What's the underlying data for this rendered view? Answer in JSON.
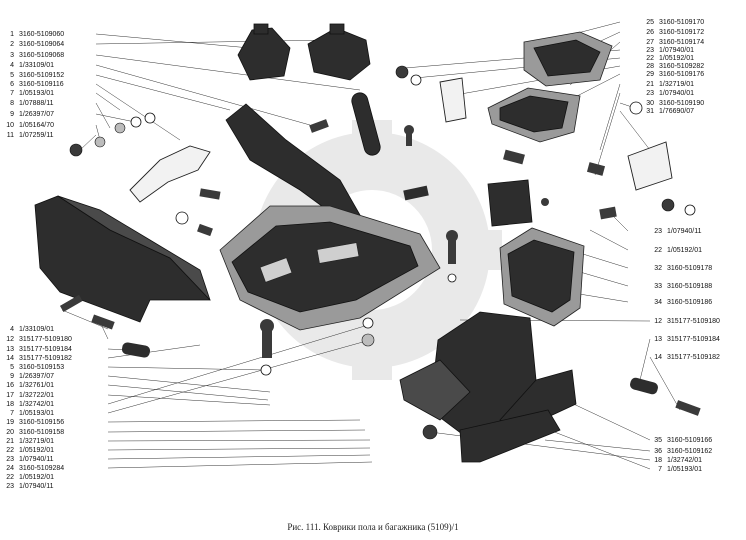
{
  "left_column": [
    {
      "num": "1",
      "part": "3160-5109060"
    },
    {
      "num": "2",
      "part": "3160-5109064"
    },
    {
      "num": "3",
      "part": "3160-5109068"
    },
    {
      "num": "4",
      "part": "1/33109/01"
    },
    {
      "num": "5",
      "part": "3160-5109152"
    },
    {
      "num": "6",
      "part": "3160-5109116"
    },
    {
      "num": "7",
      "part": "1/05193/01"
    },
    {
      "num": "8",
      "part": "1/07888/11"
    },
    {
      "num": "9",
      "part": "1/26397/07"
    },
    {
      "num": "10",
      "part": "1/05164/70"
    },
    {
      "num": "11",
      "part": "1/07259/11"
    }
  ],
  "left_lower_column": [
    {
      "num": "4",
      "part": "1/33109/01"
    },
    {
      "num": "12",
      "part": "315177-5109180"
    },
    {
      "num": "13",
      "part": "315177-5109184"
    },
    {
      "num": "14",
      "part": "315177-5109182"
    },
    {
      "num": "5",
      "part": "3160-5109153"
    },
    {
      "num": "9",
      "part": "1/26397/07"
    },
    {
      "num": "16",
      "part": "1/32761/01"
    },
    {
      "num": "17",
      "part": "1/32722/01"
    },
    {
      "num": "18",
      "part": "1/32742/01"
    },
    {
      "num": "7",
      "part": "1/05193/01"
    },
    {
      "num": "19",
      "part": "3160-5109156"
    },
    {
      "num": "20",
      "part": "3160-5109158"
    },
    {
      "num": "21",
      "part": "1/32719/01"
    },
    {
      "num": "22",
      "part": "1/05192/01"
    },
    {
      "num": "23",
      "part": "1/07940/11"
    },
    {
      "num": "24",
      "part": "3160-5109284"
    },
    {
      "num": "22",
      "part": "1/05192/01"
    },
    {
      "num": "23",
      "part": "1/07940/11"
    }
  ],
  "right_top_column": [
    {
      "num": "25",
      "part": "3160-5109170"
    },
    {
      "num": "26",
      "part": "3160-5109172"
    },
    {
      "num": "27",
      "part": "3160-5109174"
    },
    {
      "num": "23",
      "part": "1/07940/01"
    },
    {
      "num": "22",
      "part": "1/05192/01"
    },
    {
      "num": "28",
      "part": "3160-5109282"
    },
    {
      "num": "29",
      "part": "3160-5109176"
    },
    {
      "num": "21",
      "part": "1/32719/01"
    },
    {
      "num": "23",
      "part": "1/07940/01"
    },
    {
      "num": "30",
      "part": "3160-5109190"
    },
    {
      "num": "31",
      "part": "1/76690/07"
    }
  ],
  "right_mid_column": [
    {
      "num": "23",
      "part": "1/07940/11"
    },
    {
      "num": "22",
      "part": "1/05192/01"
    },
    {
      "num": "32",
      "part": "3160-5109178"
    },
    {
      "num": "33",
      "part": "3160-5109188"
    },
    {
      "num": "34",
      "part": "3160-5109186"
    },
    {
      "num": "12",
      "part": "315177-5109180"
    },
    {
      "num": "13",
      "part": "315177-5109184"
    },
    {
      "num": "14",
      "part": "315177-5109182"
    }
  ],
  "right_bottom_column": [
    {
      "num": "35",
      "part": "3160-5109166"
    },
    {
      "num": "36",
      "part": "3160-5109162"
    },
    {
      "num": "18",
      "part": "1/32742/01"
    },
    {
      "num": "7",
      "part": "1/05193/01"
    }
  ],
  "caption": "Рис. 111. Коврики пола и багажника (5109)/1"
}
